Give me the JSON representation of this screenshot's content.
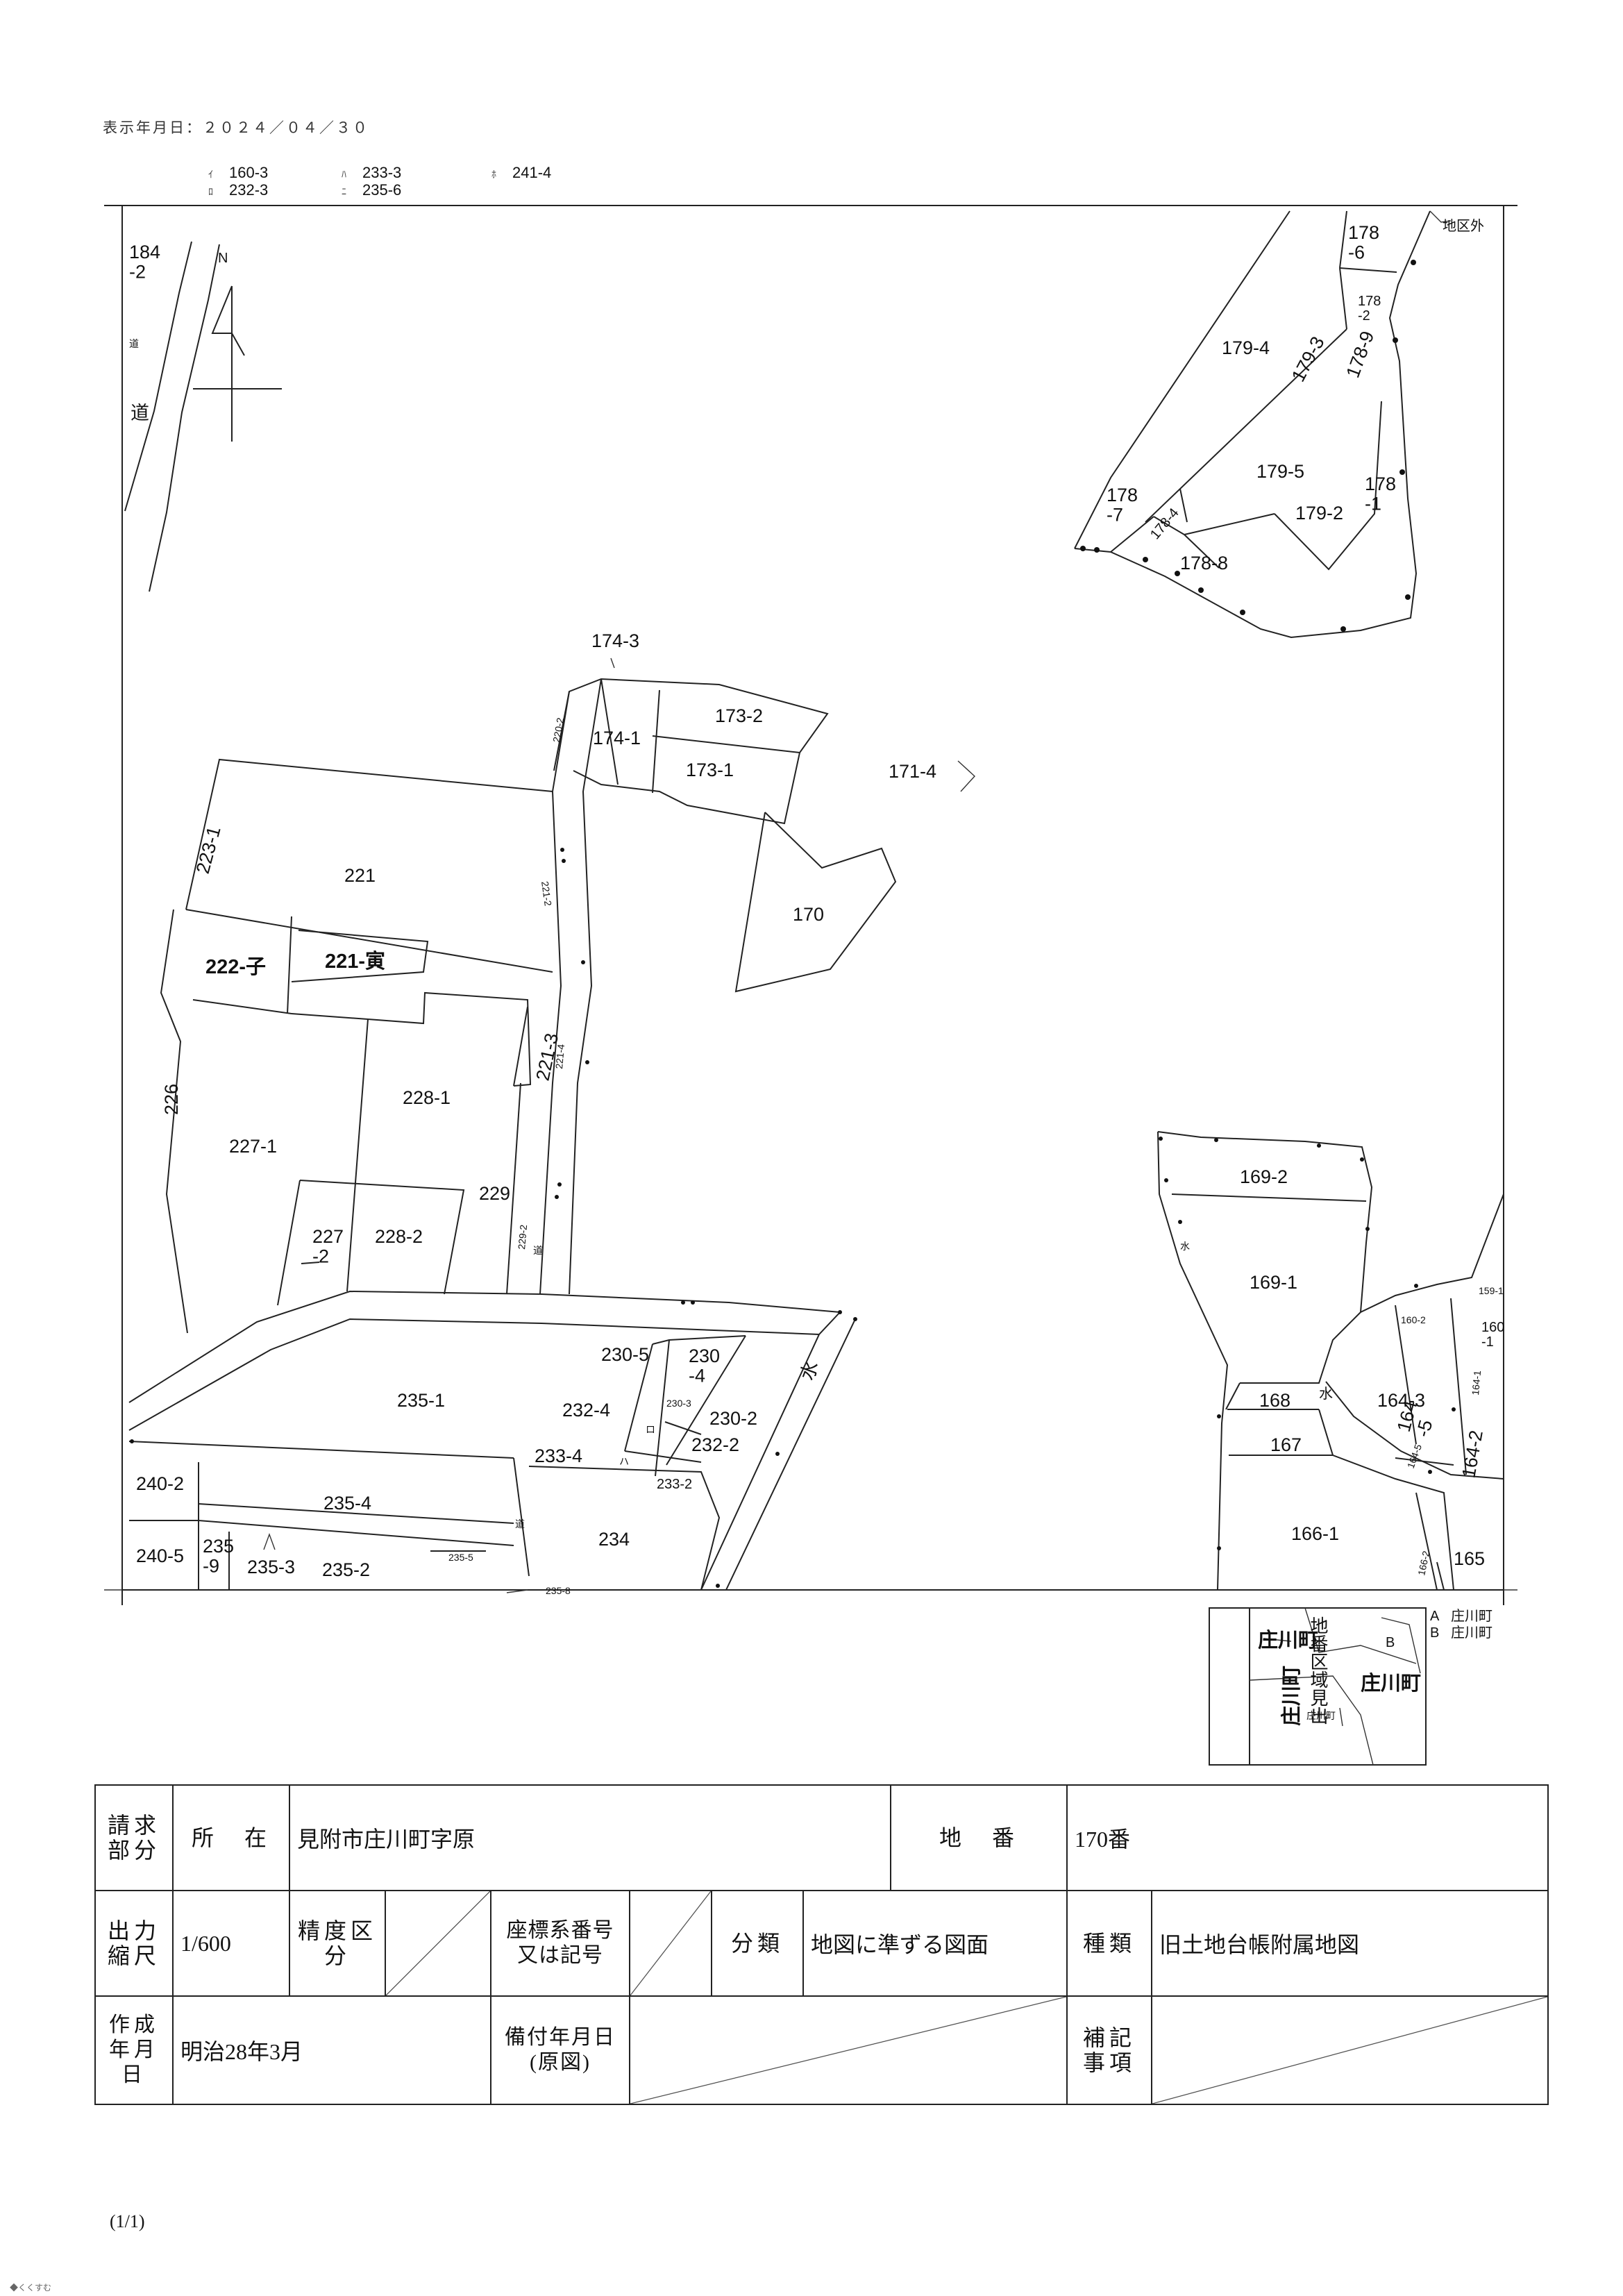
{
  "header": {
    "date": "表示年月日：２０２４／０４／３０",
    "refs": [
      {
        "kana": "ｲ",
        "value": "160-3"
      },
      {
        "kana": "ﾛ",
        "value": "232-3"
      },
      {
        "kana": "ﾊ",
        "value": "233-3"
      },
      {
        "kana": "ﾆ",
        "value": "235-6"
      },
      {
        "kana": "ﾎ",
        "value": "241-4"
      }
    ]
  },
  "map": {
    "north": "N",
    "outside_label": "地区外",
    "road_labels": [
      "道",
      "道",
      "水",
      "水",
      "水",
      "道",
      "道"
    ],
    "parcels": [
      "184\n-2",
      "178\n-6",
      "178\n-2",
      "179-4",
      "179-3",
      "178-9",
      "179-5",
      "179-2",
      "178\n-1",
      "178\n-7",
      "178-4",
      "178-8",
      "174-3",
      "174-1",
      "173-2",
      "173-1",
      "171-4",
      "170",
      "223-1",
      "221",
      "222-子",
      "221-寅",
      "226",
      "227-1",
      "228-1",
      "221-3",
      "229",
      "227\n-2",
      "228-2",
      "169-2",
      "169-1",
      "168",
      "167",
      "166-1",
      "165",
      "164-3",
      "164\n-5",
      "164-2",
      "160\n-1",
      "230-5",
      "230\n-4",
      "230-2",
      "232-4",
      "232-2",
      "233-4",
      "233-2",
      "234",
      "235-1",
      "240-2",
      "235-4",
      "240-5",
      "235\n-9",
      "235-3",
      "235-2",
      "235-8",
      "220-2",
      "221-2",
      "221-4",
      "229-2",
      "160-2",
      "159-1",
      "164-1",
      "166-2",
      "164-5",
      "235-5",
      "230-3",
      "ロ",
      "ハ"
    ]
  },
  "inset": {
    "title": "地番区域見出",
    "labels": [
      "庄川町",
      "庄川町",
      "庄川町",
      "庄川町",
      "B"
    ],
    "legend": [
      {
        "key": "A",
        "value": "庄川町"
      },
      {
        "key": "B",
        "value": "庄川町"
      }
    ]
  },
  "info": {
    "row1": {
      "h_req": "請求部分",
      "h_loc": "所　在",
      "loc": "見附市庄川町字原",
      "h_num": "地　番",
      "num": "170番"
    },
    "row2": {
      "h_scale": "出力縮尺",
      "scale": "1/600",
      "h_precision": "精度区分",
      "h_coord": "座標系番号又は記号",
      "h_class": "分類",
      "class": "地図に準ずる図面",
      "h_type": "種類",
      "type": "旧土地台帳附属地図"
    },
    "row3": {
      "h_created": "作成年月日",
      "created": "明治28年3月",
      "h_date": "備付年月日(原図)",
      "h_note": "補記事項"
    }
  },
  "footer": {
    "page": "(1/1)",
    "brand": "◆くくすむ"
  }
}
